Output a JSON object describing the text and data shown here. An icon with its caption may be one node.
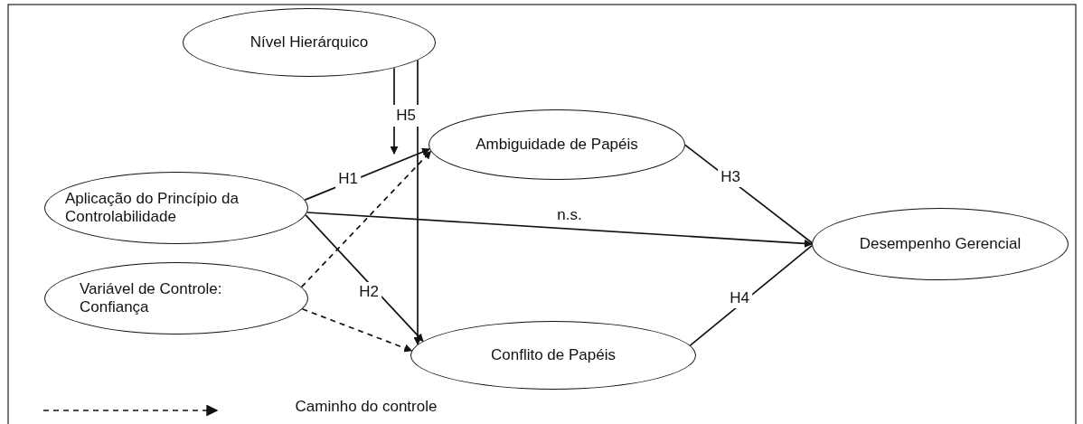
{
  "diagram": {
    "nodes": [
      {
        "text": [
          "Nível Hierárquico"
        ]
      },
      {
        "text": [
          "Aplicação do Princípio da Controlabilidade"
        ]
      },
      {
        "text": [
          "Variável de Controle: Confiança"
        ]
      },
      {
        "text": [
          "Ambiguidade de Papéis"
        ]
      },
      {
        "text": [
          "Conflito de Papéis"
        ]
      },
      {
        "text": [
          "Desempenho Gerencial"
        ]
      }
    ],
    "edges": [
      {
        "from": 1,
        "to": 3,
        "arrow": "to",
        "label": "H1"
      },
      {
        "from": 1,
        "to": 4,
        "arrow": "to",
        "label": "H2"
      },
      {
        "from": 1,
        "to": 5,
        "arrow": "to",
        "label": "n.s."
      },
      {
        "from": 2,
        "to": 3,
        "arrow": "to",
        "style": "dashed"
      },
      {
        "from": 2,
        "to": 4,
        "arrow": "to",
        "style": "dashed"
      },
      {
        "from": 3,
        "to": 5,
        "arrow": "none",
        "label": "H3"
      },
      {
        "from": 4,
        "to": 5,
        "arrow": "none",
        "label": "H4"
      },
      {
        "from": 0,
        "to": null,
        "arrow": "to"
      },
      {
        "from": 0,
        "to": 4,
        "arrow": "to"
      }
    ],
    "labels": [
      "H5"
    ],
    "legend": [
      {
        "text": "Caminho do controle"
      }
    ]
  }
}
